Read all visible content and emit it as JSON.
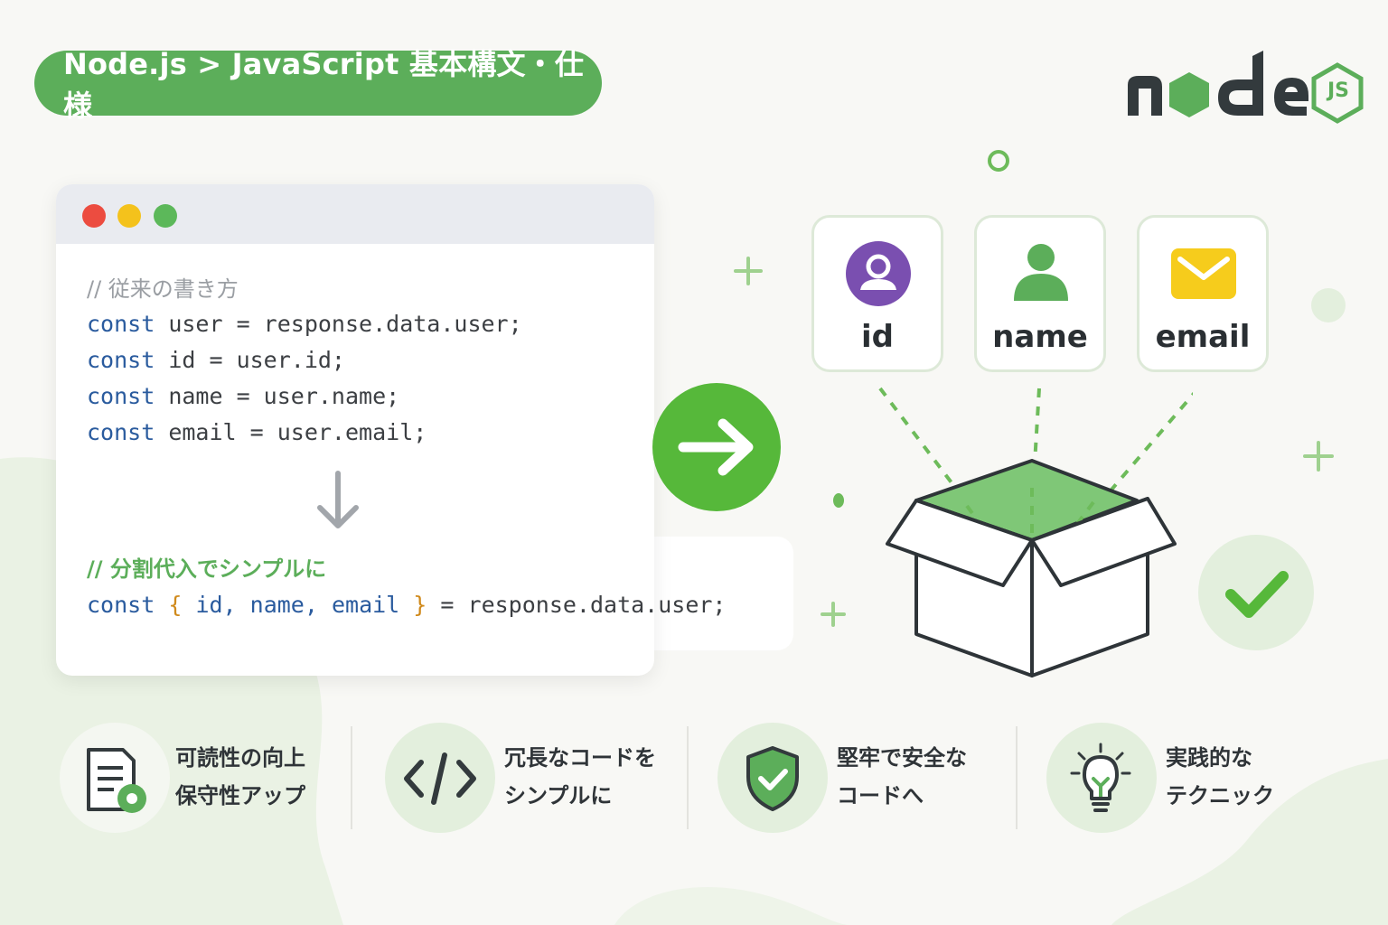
{
  "breadcrumb": "Node.js > JavaScript 基本構文・仕様",
  "logo": {
    "text": "node",
    "badge": "JS"
  },
  "code": {
    "comment_old": "// 従来の書き方",
    "lines_old": [
      {
        "kw": "const",
        "rest": " user = response.data.user;"
      },
      {
        "kw": "const",
        "rest": " id = user.id;"
      },
      {
        "kw": "const",
        "rest": " name = user.name;"
      },
      {
        "kw": "const",
        "rest": " email = user.email;"
      }
    ],
    "comment_new": "// 分割代入でシンプルに",
    "new_kw": "const",
    "new_open": "{",
    "new_vars": "id, name, email",
    "new_close": "}",
    "new_rest": " = response.data.user;"
  },
  "cards": [
    {
      "label": "id",
      "icon": "user-circle-icon"
    },
    {
      "label": "name",
      "icon": "person-icon"
    },
    {
      "label": "email",
      "icon": "mail-icon"
    }
  ],
  "features": [
    {
      "line1": "可読性の向上",
      "line2": "保守性アップ",
      "icon": "document-gear-icon"
    },
    {
      "line1": "冗長なコードを",
      "line2": "シンプルに",
      "icon": "code-icon"
    },
    {
      "line1": "堅牢で安全な",
      "line2": "コードへ",
      "icon": "shield-check-icon"
    },
    {
      "line1": "実践的な",
      "line2": "テクニック",
      "icon": "lightbulb-icon"
    }
  ],
  "colors": {
    "accent": "#5cae5a",
    "arrow_circle": "#56b83a",
    "keyword": "#2a5b9e",
    "brace": "#d08a1c",
    "id_icon": "#7a4fb0",
    "email_icon": "#f6cc1c",
    "logo_dark": "#333a3d"
  }
}
